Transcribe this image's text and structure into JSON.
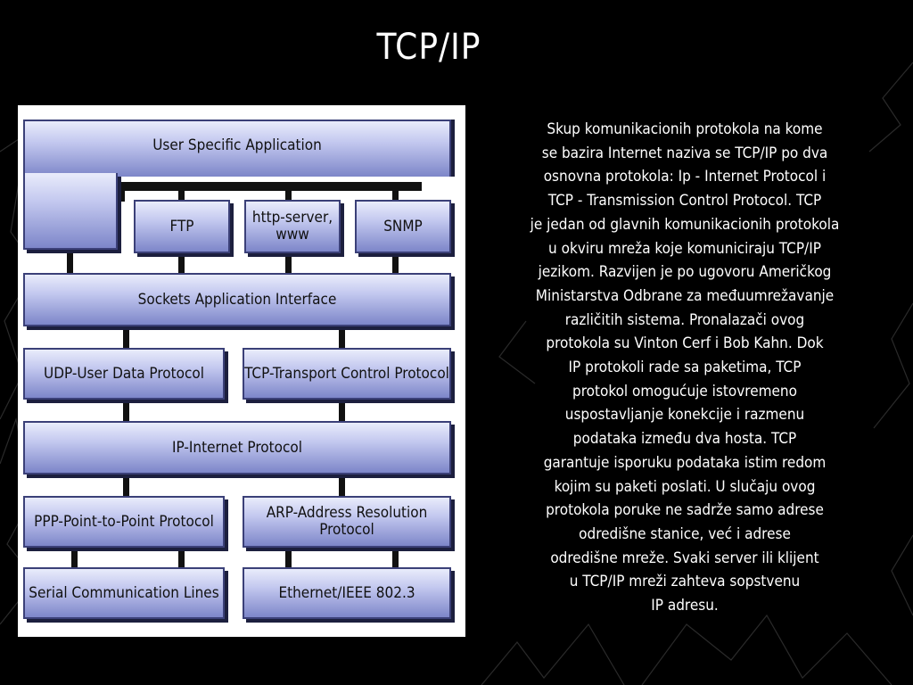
{
  "slide": {
    "title": "TCP/IP",
    "body_lines": [
      "Skup komunikacionih  protokola  na kome",
      "se bazira Internet naziva se TCP/IP po dva",
      "osnovna protokola: Ip - Internet Protocol i",
      "TCP - Transmission  Control  Protocol. TCP",
      "je jedan od glavnih komunikacionih protokola",
      "u okviru mreža  koje komuniciraju TCP/IP",
      "jezikom. Razvijen  je  po ugovoru  Američkog",
      "Ministarstva  Odbrane  za  međuumrežavanje",
      "različitih sistema. Pronalazači ovog",
      "protokola su Vinton Cerf i Bob Kahn. Dok",
      "IP protokoli rade  sa paketima, TCP",
      "protokol  omogućuje  istovremeno",
      "uspostavljanje konekcije i razmenu",
      "podataka   između   dva  hosta. TCP",
      "garantuje isporuku podataka istim redom",
      "kojim  su  paketi  poslati. U slučaju  ovog",
      "protokola poruke  ne sadrže samo adrese",
      "odredišne  stanice,  već  i  adrese",
      "odredišne  mreže. Svaki  server ili klijent",
      "u TCP/IP mreži zahteva sopstvenu",
      "IP adresu."
    ]
  },
  "diagram": {
    "user_app": "User Specific Application",
    "ftp": "FTP",
    "http_line1": "http-server,",
    "http_line2": "www",
    "snmp": "SNMP",
    "sockets": "Sockets Application Interface",
    "udp": "UDP-User Data Protocol",
    "tcp": "TCP-Transport Control Protocol",
    "ip": "IP-Internet Protocol",
    "ppp": "PPP-Point-to-Point Protocol",
    "arp": "ARP-Address Resolution Protocol",
    "serial": "Serial Communication Lines",
    "ethernet": "Ethernet/IEEE 802.3"
  },
  "colors": {
    "background": "#000000",
    "box_light": "#e9ecfb",
    "box_dark": "#7d86c9",
    "border": "#3b4078"
  }
}
